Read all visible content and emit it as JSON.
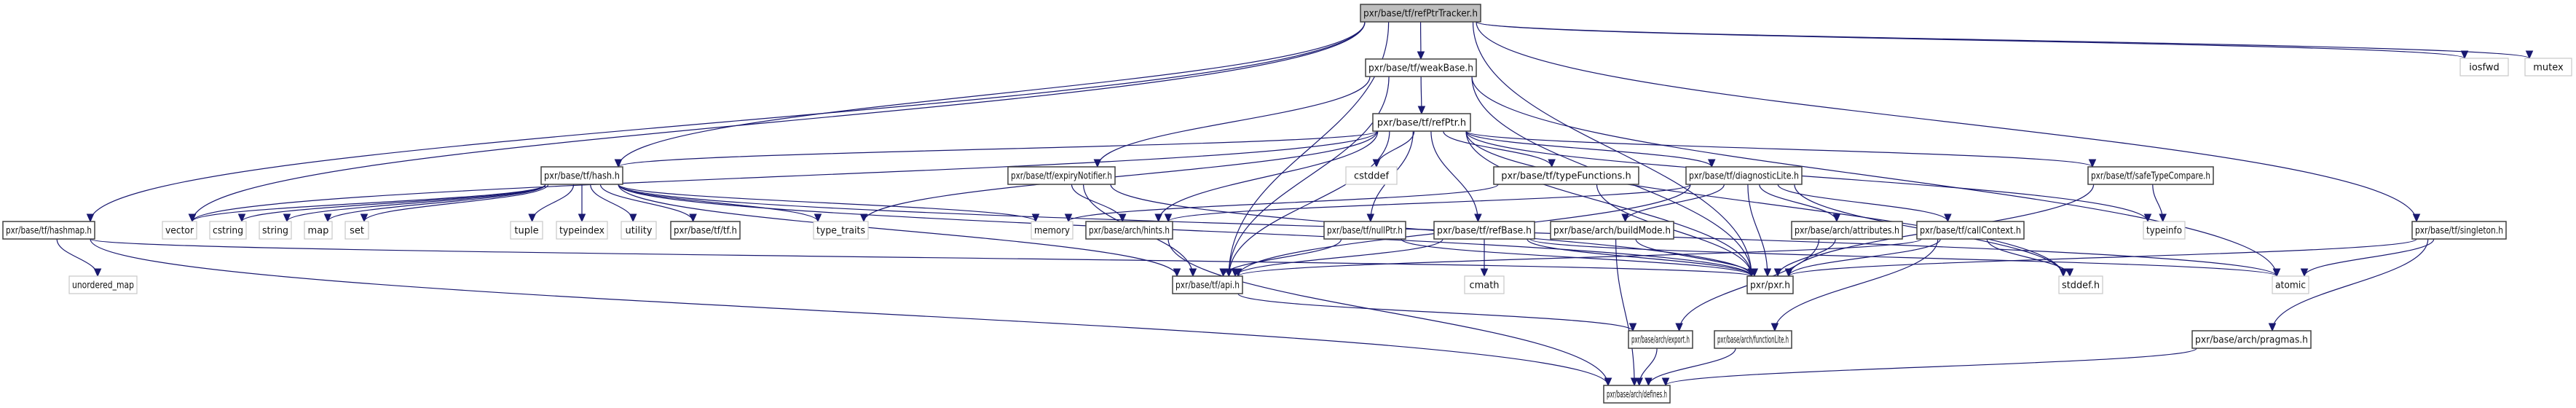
{
  "title": "pxr/base/tf/refPtrTracker.h include dependency graph",
  "colors": {
    "edge": "#191970",
    "root_fill": "#bfbfbf",
    "node_border": "#404040",
    "external_border": "#c8c8c8"
  },
  "nodes": [
    {
      "id": "refPtrTracker",
      "label": "pxr/base/tf/refPtrTracker.h",
      "kind": "root"
    },
    {
      "id": "weakBase",
      "label": "pxr/base/tf/weakBase.h",
      "kind": "file"
    },
    {
      "id": "refPtr",
      "label": "pxr/base/tf/refPtr.h",
      "kind": "file"
    },
    {
      "id": "hashmap",
      "label": "pxr/base/tf/hashmap.h",
      "kind": "file"
    },
    {
      "id": "hash",
      "label": "pxr/base/tf/hash.h",
      "kind": "file"
    },
    {
      "id": "expiryNotifier",
      "label": "pxr/base/tf/expiryNotifier.h",
      "kind": "file"
    },
    {
      "id": "cstddef",
      "label": "cstddef",
      "kind": "external"
    },
    {
      "id": "typeFunctions",
      "label": "pxr/base/tf/typeFunctions.h",
      "kind": "file"
    },
    {
      "id": "diagnosticLite",
      "label": "pxr/base/tf/diagnosticLite.h",
      "kind": "file"
    },
    {
      "id": "safeTypeCompare",
      "label": "pxr/base/tf/safeTypeCompare.h",
      "kind": "file"
    },
    {
      "id": "singleton",
      "label": "pxr/base/tf/singleton.h",
      "kind": "file"
    },
    {
      "id": "iosfwd",
      "label": "iosfwd",
      "kind": "external"
    },
    {
      "id": "mutex",
      "label": "mutex",
      "kind": "external"
    },
    {
      "id": "unordered_map",
      "label": "unordered_map",
      "kind": "external"
    },
    {
      "id": "vector",
      "label": "vector",
      "kind": "external"
    },
    {
      "id": "cstring",
      "label": "cstring",
      "kind": "external"
    },
    {
      "id": "string",
      "label": "string",
      "kind": "external"
    },
    {
      "id": "map",
      "label": "map",
      "kind": "external"
    },
    {
      "id": "set",
      "label": "set",
      "kind": "external"
    },
    {
      "id": "tuple",
      "label": "tuple",
      "kind": "external"
    },
    {
      "id": "typeindex",
      "label": "typeindex",
      "kind": "external"
    },
    {
      "id": "utility",
      "label": "utility",
      "kind": "external"
    },
    {
      "id": "tf",
      "label": "pxr/base/tf/tf.h",
      "kind": "file"
    },
    {
      "id": "type_traits",
      "label": "type_traits",
      "kind": "external"
    },
    {
      "id": "memory",
      "label": "memory",
      "kind": "external"
    },
    {
      "id": "hints",
      "label": "pxr/base/arch/hints.h",
      "kind": "file"
    },
    {
      "id": "nullPtr",
      "label": "pxr/base/tf/nullPtr.h",
      "kind": "file"
    },
    {
      "id": "refBase",
      "label": "pxr/base/tf/refBase.h",
      "kind": "file"
    },
    {
      "id": "buildMode",
      "label": "pxr/base/arch/buildMode.h",
      "kind": "file"
    },
    {
      "id": "attributes",
      "label": "pxr/base/arch/attributes.h",
      "kind": "file"
    },
    {
      "id": "callContext",
      "label": "pxr/base/tf/callContext.h",
      "kind": "file"
    },
    {
      "id": "typeinfo",
      "label": "typeinfo",
      "kind": "external"
    },
    {
      "id": "api",
      "label": "pxr/base/tf/api.h",
      "kind": "file"
    },
    {
      "id": "cmath",
      "label": "cmath",
      "kind": "external"
    },
    {
      "id": "pxr",
      "label": "pxr/pxr.h",
      "kind": "file"
    },
    {
      "id": "stddef",
      "label": "stddef.h",
      "kind": "external"
    },
    {
      "id": "atomic",
      "label": "atomic",
      "kind": "external"
    },
    {
      "id": "export",
      "label": "pxr/base/arch/export.h",
      "kind": "file"
    },
    {
      "id": "functionLite",
      "label": "pxr/base/arch/functionLite.h",
      "kind": "file"
    },
    {
      "id": "pragmas",
      "label": "pxr/base/arch/pragmas.h",
      "kind": "file"
    },
    {
      "id": "defines",
      "label": "pxr/base/arch/defines.h",
      "kind": "file"
    }
  ],
  "edges": [
    [
      "refPtrTracker",
      "weakBase"
    ],
    [
      "refPtrTracker",
      "hashmap"
    ],
    [
      "refPtrTracker",
      "hash"
    ],
    [
      "refPtrTracker",
      "vector"
    ],
    [
      "refPtrTracker",
      "api"
    ],
    [
      "refPtrTracker",
      "pxr"
    ],
    [
      "refPtrTracker",
      "iosfwd"
    ],
    [
      "refPtrTracker",
      "mutex"
    ],
    [
      "refPtrTracker",
      "singleton"
    ],
    [
      "weakBase",
      "refPtr"
    ],
    [
      "weakBase",
      "expiryNotifier"
    ],
    [
      "weakBase",
      "api"
    ],
    [
      "weakBase",
      "pxr"
    ],
    [
      "weakBase",
      "atomic"
    ],
    [
      "refPtr",
      "hash"
    ],
    [
      "refPtr",
      "cstddef"
    ],
    [
      "refPtr",
      "typeFunctions"
    ],
    [
      "refPtr",
      "diagnosticLite"
    ],
    [
      "refPtr",
      "safeTypeCompare"
    ],
    [
      "refPtr",
      "nullPtr"
    ],
    [
      "refPtr",
      "refBase"
    ],
    [
      "refPtr",
      "hints"
    ],
    [
      "refPtr",
      "api"
    ],
    [
      "refPtr",
      "type_traits"
    ],
    [
      "refPtr",
      "typeinfo"
    ],
    [
      "refPtr",
      "pxr"
    ],
    [
      "refPtr",
      "stddef"
    ],
    [
      "refPtr",
      "vector"
    ],
    [
      "hashmap",
      "unordered_map"
    ],
    [
      "hashmap",
      "pxr"
    ],
    [
      "hashmap",
      "defines"
    ],
    [
      "hash",
      "vector"
    ],
    [
      "hash",
      "cstring"
    ],
    [
      "hash",
      "string"
    ],
    [
      "hash",
      "map"
    ],
    [
      "hash",
      "set"
    ],
    [
      "hash",
      "tuple"
    ],
    [
      "hash",
      "typeindex"
    ],
    [
      "hash",
      "utility"
    ],
    [
      "hash",
      "tf"
    ],
    [
      "hash",
      "type_traits"
    ],
    [
      "hash",
      "memory"
    ],
    [
      "hash",
      "api"
    ],
    [
      "hash",
      "pxr"
    ],
    [
      "hash",
      "atomic"
    ],
    [
      "expiryNotifier",
      "hints"
    ],
    [
      "expiryNotifier",
      "api"
    ],
    [
      "expiryNotifier",
      "pxr"
    ],
    [
      "typeFunctions",
      "memory"
    ],
    [
      "typeFunctions",
      "pxr"
    ],
    [
      "diagnosticLite",
      "hints"
    ],
    [
      "diagnosticLite",
      "buildMode"
    ],
    [
      "diagnosticLite",
      "attributes"
    ],
    [
      "diagnosticLite",
      "callContext"
    ],
    [
      "diagnosticLite",
      "pxr"
    ],
    [
      "diagnosticLite",
      "api"
    ],
    [
      "diagnosticLite",
      "stddef"
    ],
    [
      "safeTypeCompare",
      "typeinfo"
    ],
    [
      "safeTypeCompare",
      "pxr"
    ],
    [
      "singleton",
      "pxr"
    ],
    [
      "singleton",
      "atomic"
    ],
    [
      "singleton",
      "pragmas"
    ],
    [
      "hints",
      "defines"
    ],
    [
      "nullPtr",
      "api"
    ],
    [
      "nullPtr",
      "pxr"
    ],
    [
      "refBase",
      "api"
    ],
    [
      "refBase",
      "cmath"
    ],
    [
      "refBase",
      "pxr"
    ],
    [
      "refBase",
      "atomic"
    ],
    [
      "buildMode",
      "pxr"
    ],
    [
      "buildMode",
      "defines"
    ],
    [
      "attributes",
      "pxr"
    ],
    [
      "attributes",
      "export"
    ],
    [
      "callContext",
      "api"
    ],
    [
      "callContext",
      "pxr"
    ],
    [
      "callContext",
      "functionLite"
    ],
    [
      "callContext",
      "stddef"
    ],
    [
      "api",
      "export"
    ],
    [
      "export",
      "defines"
    ],
    [
      "functionLite",
      "defines"
    ],
    [
      "pragmas",
      "defines"
    ]
  ]
}
